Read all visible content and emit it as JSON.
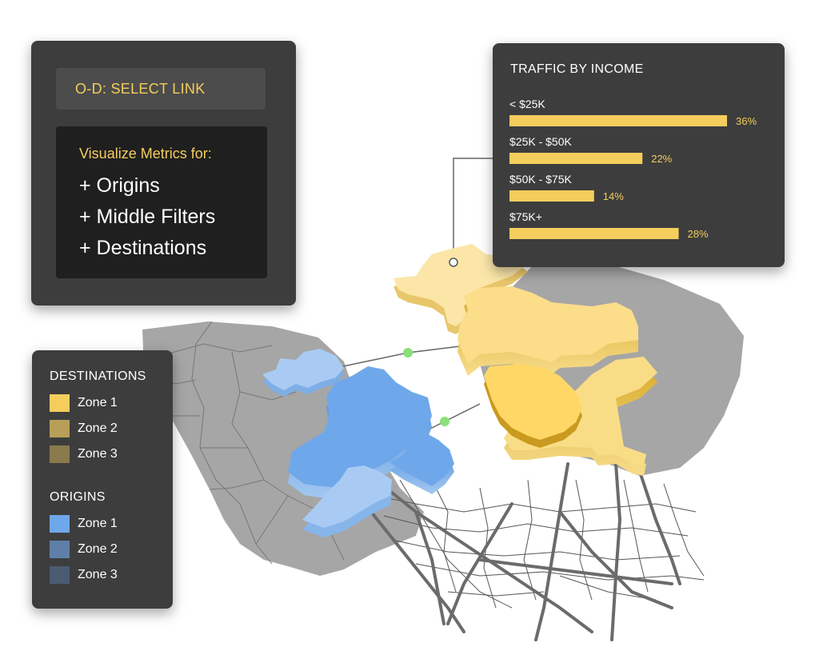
{
  "select_panel": {
    "title": "O-D: SELECT LINK",
    "metrics_heading": "Visualize Metrics for:",
    "metrics": [
      "+ Origins",
      "+ Middle Filters",
      "+ Destinations"
    ]
  },
  "income_panel": {
    "title": "TRAFFIC BY INCOME",
    "bar_color": "#f4cd5d",
    "label_color": "#f4cd5d"
  },
  "chart_data": {
    "type": "bar",
    "title": "TRAFFIC BY INCOME",
    "orientation": "horizontal",
    "categories": [
      "< $25K",
      "$25K - $50K",
      "$50K - $75K",
      "$75K+"
    ],
    "values": [
      36,
      22,
      14,
      28
    ],
    "value_labels": [
      "36%",
      "22%",
      "14%",
      "28%"
    ],
    "unit": "%"
  },
  "legend": {
    "destinations_heading": "DESTINATIONS",
    "destinations": [
      {
        "label": "Zone 1",
        "color": "#f4cd5d"
      },
      {
        "label": "Zone 2",
        "color": "#b89f57"
      },
      {
        "label": "Zone 3",
        "color": "#8a7a4e"
      }
    ],
    "origins_heading": "ORIGINS",
    "origins": [
      {
        "label": "Zone 1",
        "color": "#6fa8ea"
      },
      {
        "label": "Zone 2",
        "color": "#5f7fa8"
      },
      {
        "label": "Zone 3",
        "color": "#4b5b72"
      }
    ]
  },
  "map_colors": {
    "land": "#a6a6a6",
    "boundary": "#777777",
    "road": "#6b6b6b",
    "street": "#555555",
    "destination_zone": "#f4cd5d",
    "destination_light": "#fbe6a8",
    "destination_dark": "#f0c343",
    "origin_zone": "#6fa8ea",
    "origin_light": "#a9cbf3",
    "link_marker": "#8ae07a"
  }
}
